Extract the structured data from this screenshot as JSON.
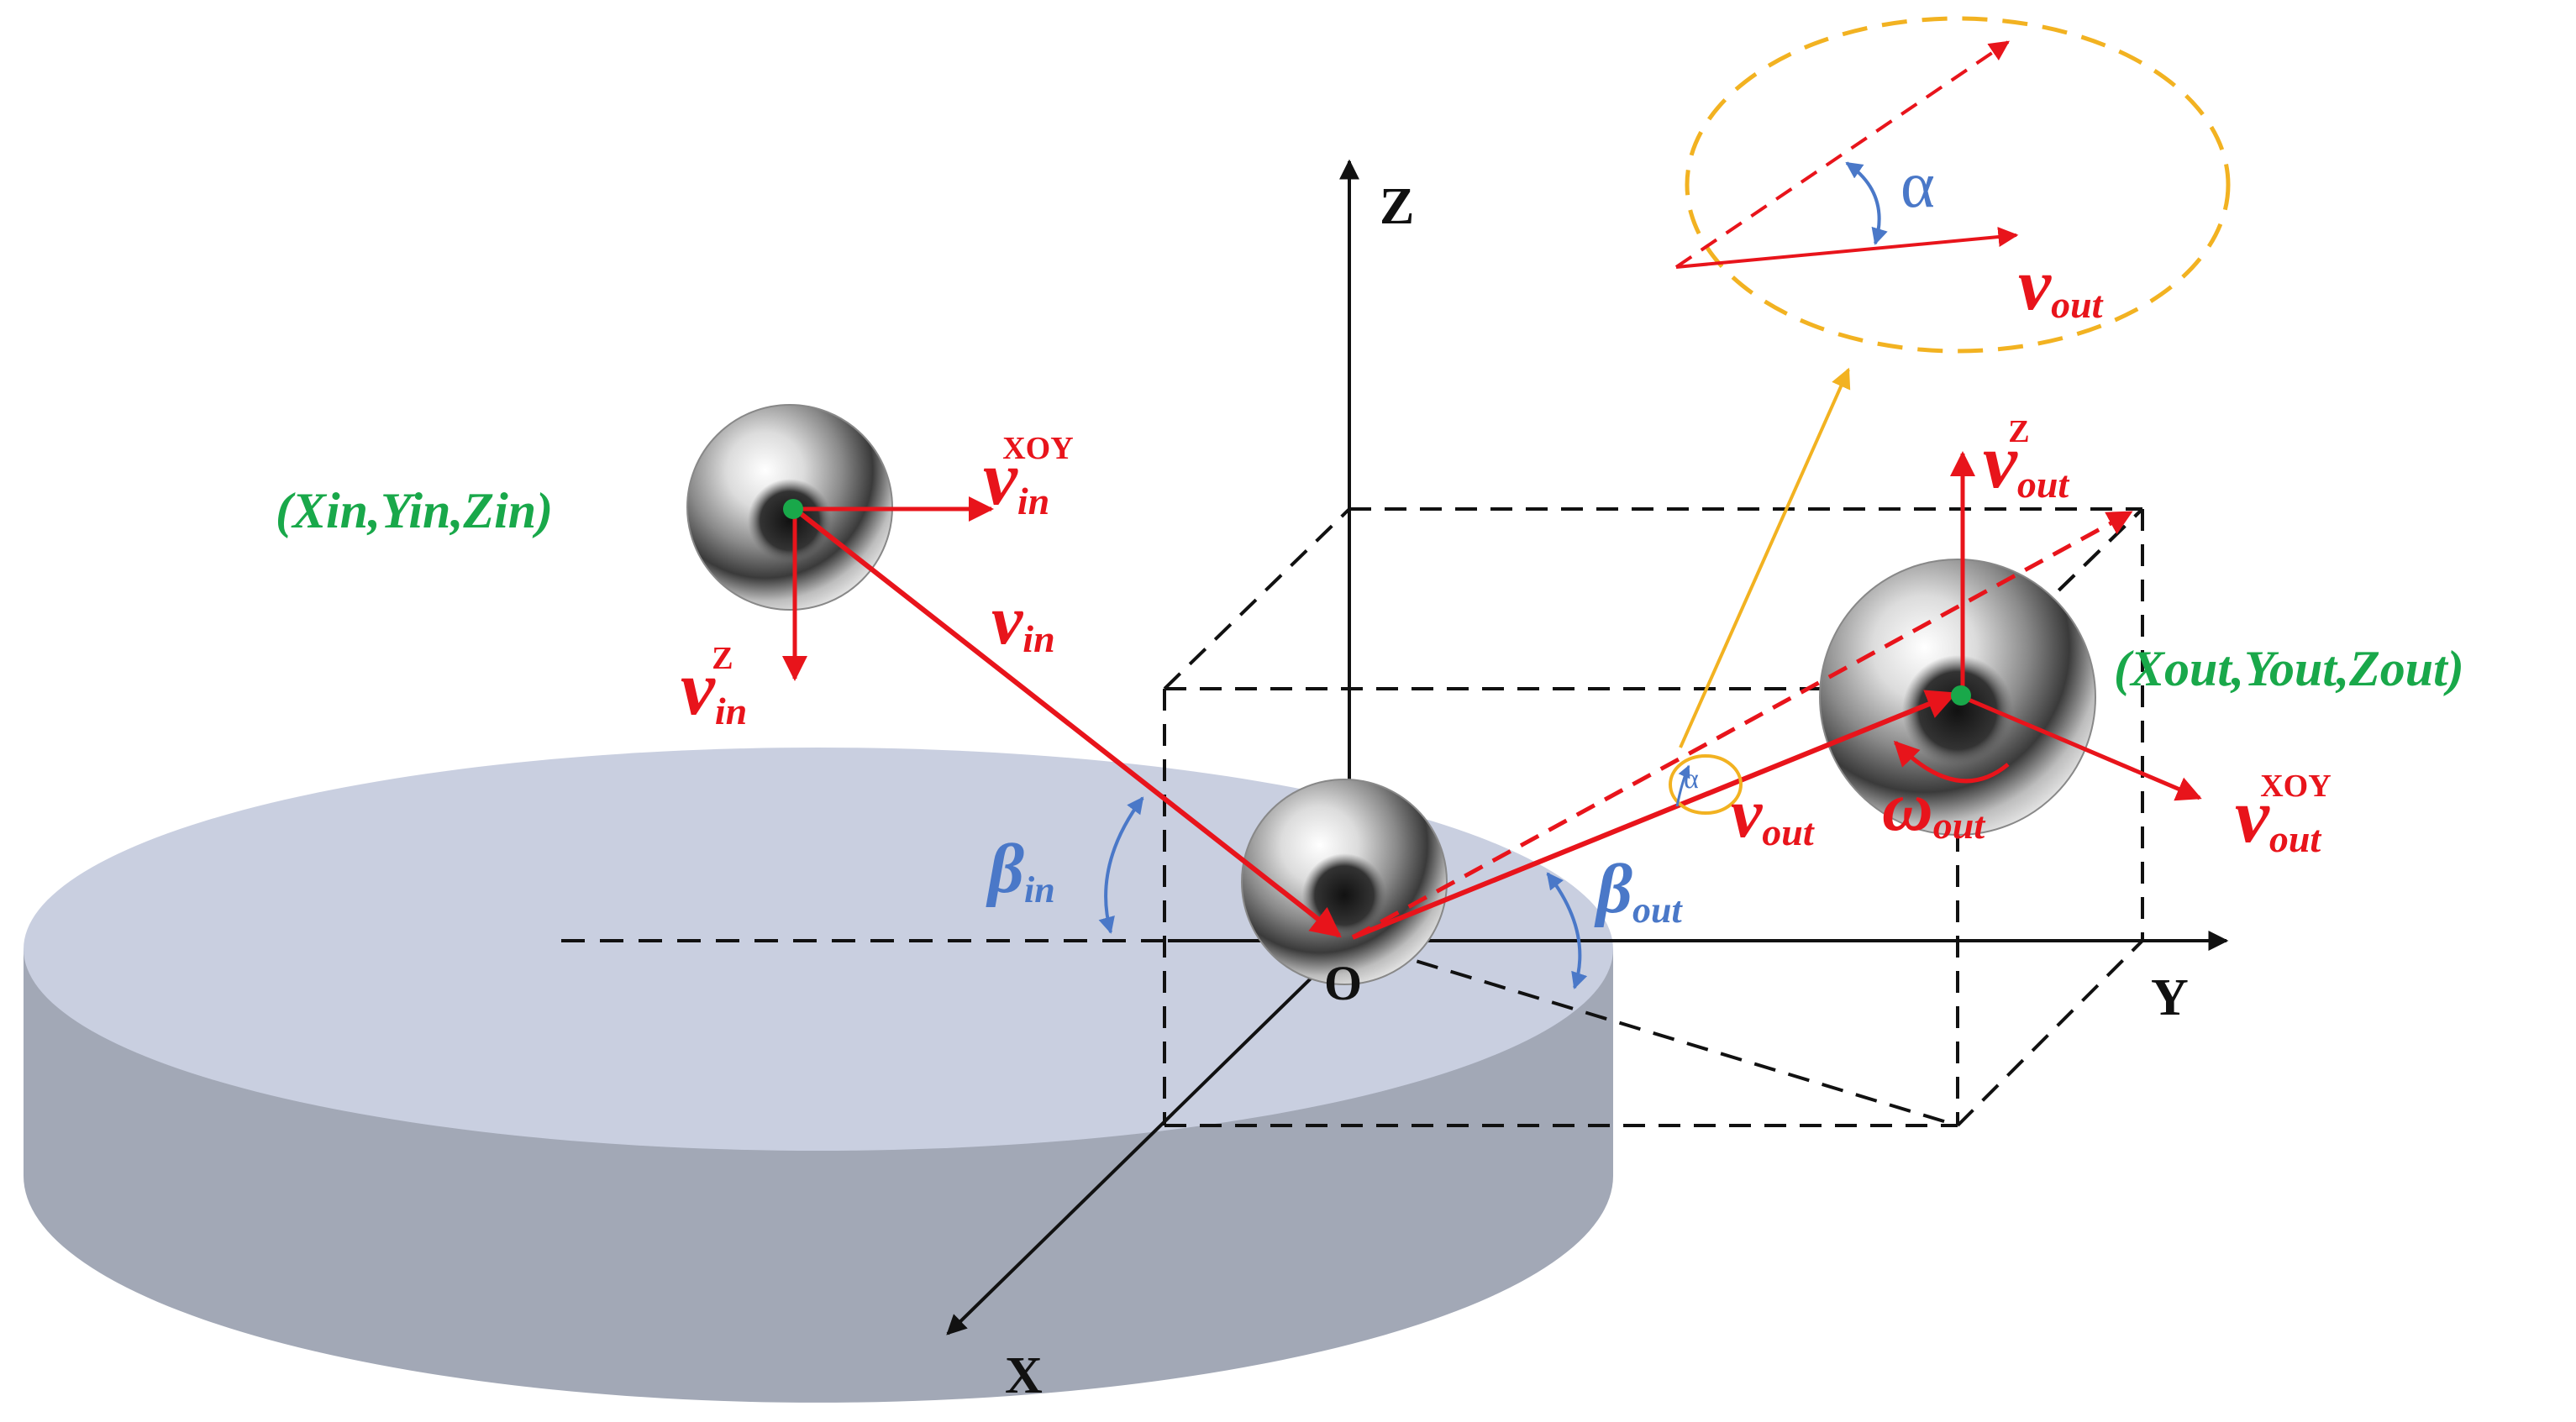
{
  "axes": {
    "x": "X",
    "y": "Y",
    "z": "Z",
    "origin": "O"
  },
  "incoming": {
    "position": "(Xin,Yin,Zin)",
    "velocity": {
      "v": "v",
      "sub": "in"
    },
    "velocity_xoy": {
      "v": "v",
      "sub": "in",
      "sup": "XOY"
    },
    "velocity_z": {
      "v": "v",
      "sub": "in",
      "sup": "Z"
    },
    "angle": {
      "sym": "β",
      "sub": "in"
    }
  },
  "outgoing": {
    "position": "(Xout,Yout,Zout)",
    "velocity": {
      "v": "v",
      "sub": "out"
    },
    "velocity_xoy": {
      "v": "v",
      "sub": "out",
      "sup": "XOY"
    },
    "velocity_z": {
      "v": "v",
      "sub": "out",
      "sup": "Z"
    },
    "angle": {
      "sym": "β",
      "sub": "out"
    },
    "spin": {
      "sym": "ω",
      "sub": "out"
    }
  },
  "inset": {
    "angle": "α",
    "small_angle": "α",
    "velocity": {
      "v": "v",
      "sub": "out"
    }
  },
  "colors": {
    "velocity": "#e8141b",
    "position": "#19a84a",
    "angle": "#4a78c8",
    "inset_outline": "#f2b221",
    "disk_top": "#c9cfe0",
    "disk_side": "#a2a8b6"
  }
}
